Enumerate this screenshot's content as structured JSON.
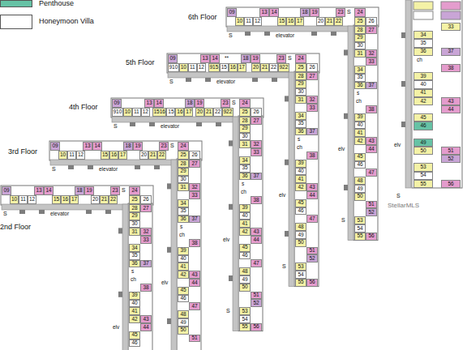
{
  "diagram": {
    "nodes": [
      {
        "text": [
          "09"
        ]
      },
      {
        "text": [
          "13"
        ]
      },
      {
        "text": [
          "14"
        ]
      },
      {
        "text": [
          "18"
        ]
      },
      {
        "text": [
          "19"
        ]
      },
      {
        "text": [
          "23"
        ]
      },
      {
        "text": [
          "24"
        ]
      },
      {
        "text": [
          "10"
        ]
      },
      {
        "text": [
          "11"
        ]
      },
      {
        "text": [
          "12"
        ]
      },
      {
        "text": [
          "15"
        ]
      },
      {
        "text": [
          "16"
        ]
      },
      {
        "text": [
          "17"
        ]
      },
      {
        "text": [
          "20"
        ]
      },
      {
        "text": [
          "21"
        ]
      },
      {
        "text": [
          "22"
        ]
      },
      {
        "text": [
          "25"
        ]
      },
      {
        "text": [
          "26"
        ]
      },
      {
        "text": [
          "28"
        ]
      },
      {
        "text": [
          "27"
        ]
      },
      {
        "text": [
          "29"
        ]
      },
      {
        "text": [
          "30"
        ]
      },
      {
        "text": [
          "31"
        ]
      },
      {
        "text": [
          "32"
        ]
      },
      {
        "text": [
          "33"
        ]
      },
      {
        "text": [
          "34"
        ]
      },
      {
        "text": [
          "35"
        ]
      },
      {
        "text": [
          "36"
        ]
      },
      {
        "text": [
          "37"
        ]
      },
      {
        "text": [
          "38"
        ]
      },
      {
        "text": [
          "39"
        ]
      },
      {
        "text": [
          "40"
        ]
      },
      {
        "text": [
          "41"
        ]
      },
      {
        "text": [
          "42"
        ]
      },
      {
        "text": [
          "43"
        ]
      },
      {
        "text": [
          "44"
        ]
      },
      {
        "text": [
          "45"
        ]
      },
      {
        "text": [
          "46"
        ]
      },
      {
        "text": [
          "47"
        ]
      },
      {
        "text": [
          "48"
        ]
      },
      {
        "text": [
          "49"
        ]
      },
      {
        "text": [
          "50"
        ]
      },
      {
        "text": [
          "51"
        ]
      },
      {
        "text": [
          "52"
        ]
      },
      {
        "text": [
          "53"
        ]
      },
      {
        "text": [
          "54"
        ]
      },
      {
        "text": [
          "55"
        ]
      },
      {
        "text": [
          "56"
        ]
      },
      {
        "text": [
          "09"
        ]
      },
      {
        "text": [
          "13"
        ]
      },
      {
        "text": [
          "14"
        ]
      },
      {
        "text": [
          "18"
        ]
      },
      {
        "text": [
          "19"
        ]
      },
      {
        "text": [
          "23"
        ]
      },
      {
        "text": [
          "24"
        ]
      },
      {
        "text": [
          "910"
        ]
      },
      {
        "text": [
          "10"
        ]
      },
      {
        "text": [
          "11"
        ]
      },
      {
        "text": [
          "12"
        ]
      },
      {
        "text": [
          "915"
        ]
      },
      {
        "text": [
          "15"
        ]
      },
      {
        "text": [
          "16"
        ]
      },
      {
        "text": [
          "17"
        ]
      },
      {
        "text": [
          "20"
        ]
      },
      {
        "text": [
          "21"
        ]
      },
      {
        "text": [
          "22"
        ]
      },
      {
        "text": [
          "922"
        ]
      },
      {
        "text": [
          "25"
        ]
      },
      {
        "text": [
          "26"
        ]
      },
      {
        "text": [
          "28"
        ]
      },
      {
        "text": [
          "27"
        ]
      },
      {
        "text": [
          "29"
        ]
      },
      {
        "text": [
          "30"
        ]
      },
      {
        "text": [
          "31"
        ]
      },
      {
        "text": [
          "32"
        ]
      },
      {
        "text": [
          "33"
        ]
      },
      {
        "text": [
          "34"
        ]
      },
      {
        "text": [
          "35"
        ]
      },
      {
        "text": [
          "36"
        ]
      },
      {
        "text": [
          "37"
        ]
      },
      {
        "text": [
          "38"
        ]
      },
      {
        "text": [
          "39"
        ]
      },
      {
        "text": [
          "40"
        ]
      },
      {
        "text": [
          "41"
        ]
      },
      {
        "text": [
          "42"
        ]
      },
      {
        "text": [
          "43"
        ]
      },
      {
        "text": [
          "44"
        ]
      },
      {
        "text": [
          "45"
        ]
      },
      {
        "text": [
          "46"
        ]
      },
      {
        "text": [
          "47"
        ]
      },
      {
        "text": [
          "48"
        ]
      },
      {
        "text": [
          "49"
        ]
      },
      {
        "text": [
          "50"
        ]
      },
      {
        "text": [
          "51"
        ]
      },
      {
        "text": [
          "52"
        ]
      },
      {
        "text": [
          "53"
        ]
      },
      {
        "text": [
          "54"
        ]
      },
      {
        "text": [
          "55"
        ]
      },
      {
        "text": [
          "56"
        ]
      },
      {
        "text": [
          "09"
        ]
      },
      {
        "text": [
          "13"
        ]
      },
      {
        "text": [
          "14"
        ]
      },
      {
        "text": [
          "18"
        ]
      },
      {
        "text": [
          "19"
        ]
      },
      {
        "text": [
          "23"
        ]
      },
      {
        "text": [
          "24"
        ]
      },
      {
        "text": [
          "910"
        ]
      },
      {
        "text": [
          "10"
        ]
      },
      {
        "text": [
          "11"
        ]
      },
      {
        "text": [
          "12"
        ]
      },
      {
        "text": [
          "1516"
        ]
      },
      {
        "text": [
          "15"
        ]
      },
      {
        "text": [
          "16"
        ]
      },
      {
        "text": [
          "17"
        ]
      },
      {
        "text": [
          "20"
        ]
      },
      {
        "text": [
          "21"
        ]
      },
      {
        "text": [
          "22"
        ]
      },
      {
        "text": [
          "922"
        ]
      },
      {
        "text": [
          "25"
        ]
      },
      {
        "text": [
          "26"
        ]
      },
      {
        "text": [
          "28"
        ]
      },
      {
        "text": [
          "27"
        ]
      },
      {
        "text": [
          "29"
        ]
      },
      {
        "text": [
          "30"
        ]
      },
      {
        "text": [
          "31"
        ]
      },
      {
        "text": [
          "32"
        ]
      },
      {
        "text": [
          "33"
        ]
      },
      {
        "text": [
          "34"
        ]
      },
      {
        "text": [
          "35"
        ]
      },
      {
        "text": [
          "36"
        ]
      },
      {
        "text": [
          "37"
        ]
      },
      {
        "text": [
          "38"
        ]
      },
      {
        "text": [
          "39"
        ]
      },
      {
        "text": [
          "40"
        ]
      },
      {
        "text": [
          "41"
        ]
      },
      {
        "text": [
          "42"
        ]
      },
      {
        "text": [
          "43"
        ]
      },
      {
        "text": [
          "44"
        ]
      },
      {
        "text": [
          "45"
        ]
      },
      {
        "text": [
          "46"
        ]
      },
      {
        "text": [
          "47"
        ]
      },
      {
        "text": [
          "48"
        ]
      },
      {
        "text": [
          "49"
        ]
      },
      {
        "text": [
          "50"
        ]
      },
      {
        "text": [
          "51"
        ]
      },
      {
        "text": [
          "52"
        ]
      },
      {
        "text": [
          "53"
        ]
      },
      {
        "text": [
          "54"
        ]
      },
      {
        "text": [
          "55"
        ]
      },
      {
        "text": [
          "56"
        ]
      },
      {
        "text": [
          "09"
        ]
      },
      {
        "text": [
          "13"
        ]
      },
      {
        "text": [
          "14"
        ]
      },
      {
        "text": [
          "18"
        ]
      },
      {
        "text": [
          "19"
        ]
      },
      {
        "text": [
          "23"
        ]
      },
      {
        "text": [
          "24"
        ]
      },
      {
        "text": [
          "10"
        ]
      },
      {
        "text": [
          "11"
        ]
      },
      {
        "text": [
          "12"
        ]
      },
      {
        "text": [
          "15"
        ]
      },
      {
        "text": [
          "16"
        ]
      },
      {
        "text": [
          "17"
        ]
      },
      {
        "text": [
          "20"
        ]
      },
      {
        "text": [
          "21"
        ]
      },
      {
        "text": [
          "22"
        ]
      },
      {
        "text": [
          "25"
        ]
      },
      {
        "text": [
          "26"
        ]
      },
      {
        "text": [
          "28"
        ]
      },
      {
        "text": [
          "27"
        ]
      },
      {
        "text": [
          "29"
        ]
      },
      {
        "text": [
          "30"
        ]
      },
      {
        "text": [
          "31"
        ]
      },
      {
        "text": [
          "32"
        ]
      },
      {
        "text": [
          "33"
        ]
      },
      {
        "text": [
          "34"
        ]
      },
      {
        "text": [
          "35"
        ]
      },
      {
        "text": [
          "36"
        ]
      },
      {
        "text": [
          "37"
        ]
      },
      {
        "text": [
          "38"
        ]
      },
      {
        "text": [
          "39"
        ]
      },
      {
        "text": [
          "40"
        ]
      },
      {
        "text": [
          "41"
        ]
      },
      {
        "text": [
          "42"
        ]
      },
      {
        "text": [
          "43"
        ]
      },
      {
        "text": [
          "44"
        ]
      },
      {
        "text": [
          "45"
        ]
      },
      {
        "text": [
          "46"
        ]
      },
      {
        "text": [
          "47"
        ]
      },
      {
        "text": [
          "48"
        ]
      },
      {
        "text": [
          "49"
        ]
      },
      {
        "text": [
          "50"
        ]
      },
      {
        "text": [
          "51"
        ]
      },
      {
        "text": [
          "09"
        ]
      },
      {
        "text": [
          "13"
        ]
      },
      {
        "text": [
          "14"
        ]
      },
      {
        "text": [
          "18"
        ]
      },
      {
        "text": [
          "19"
        ]
      },
      {
        "text": [
          "23"
        ]
      },
      {
        "text": [
          "24"
        ]
      },
      {
        "text": [
          "10"
        ]
      },
      {
        "text": [
          "11"
        ]
      },
      {
        "text": [
          "12"
        ]
      },
      {
        "text": [
          "15"
        ]
      },
      {
        "text": [
          "16"
        ]
      },
      {
        "text": [
          "17"
        ]
      },
      {
        "text": [
          "20"
        ]
      },
      {
        "text": [
          "21"
        ]
      },
      {
        "text": [
          "22"
        ]
      },
      {
        "text": [
          "25"
        ]
      },
      {
        "text": [
          "26"
        ]
      },
      {
        "text": [
          "28"
        ]
      },
      {
        "text": [
          "27"
        ]
      },
      {
        "text": [
          "29"
        ]
      },
      {
        "text": [
          "30"
        ]
      },
      {
        "text": [
          "31"
        ]
      },
      {
        "text": [
          "32"
        ]
      },
      {
        "text": [
          "33"
        ]
      },
      {
        "text": [
          "34"
        ]
      },
      {
        "text": [
          "35"
        ]
      },
      {
        "text": [
          "36"
        ]
      },
      {
        "text": [
          "37"
        ]
      },
      {
        "text": [
          "38"
        ]
      },
      {
        "text": [
          "39"
        ]
      },
      {
        "text": [
          "40"
        ]
      },
      {
        "text": [
          "41"
        ]
      },
      {
        "text": [
          "42"
        ]
      },
      {
        "text": [
          "43"
        ]
      },
      {
        "text": [
          "44"
        ]
      },
      {
        "text": [
          "45"
        ]
      },
      {
        "text": [
          "46"
        ]
      },
      {
        "text": [
          "33"
        ]
      },
      {
        "text": [
          "34"
        ]
      },
      {
        "text": [
          "35"
        ]
      },
      {
        "text": [
          "36"
        ]
      },
      {
        "text": [
          "37"
        ]
      },
      {
        "text": [
          "38"
        ]
      },
      {
        "text": [
          "39"
        ]
      },
      {
        "text": [
          "40"
        ]
      },
      {
        "text": [
          "41"
        ]
      },
      {
        "text": [
          "42"
        ]
      },
      {
        "text": [
          "43"
        ]
      },
      {
        "text": [
          "44"
        ]
      },
      {
        "text": [
          "45"
        ]
      },
      {
        "text": [
          "46"
        ]
      },
      {
        "text": [
          "49"
        ]
      },
      {
        "text": [
          "50"
        ]
      },
      {
        "text": [
          "51"
        ]
      },
      {
        "text": [
          "52"
        ]
      },
      {
        "text": [
          "53"
        ]
      },
      {
        "text": [
          "54"
        ]
      },
      {
        "text": [
          "55"
        ]
      },
      {
        "text": [
          "56"
        ]
      }
    ],
    "labels": [
      "6th Floor",
      "S",
      "elevator",
      "S",
      "s",
      "ch",
      "elv",
      "S",
      "5th Floor",
      "S",
      "elevator",
      "S",
      "**",
      "s",
      "ch",
      "elv",
      "S",
      "4th Floor",
      "S",
      "elevator",
      "S",
      "s",
      "ch",
      "elv",
      "S",
      "3rd Floor",
      "S",
      "elevator",
      "S",
      "s",
      "ch",
      "elv",
      "2nd Floor",
      "S",
      "elevator",
      "S",
      "s",
      "ch",
      "elv",
      "ch",
      "elv",
      "S",
      "StellarMLS"
    ],
    "legend": [
      {
        "text": "Penthouse",
        "color": "#66c2a5"
      },
      {
        "text": "Honeymoon Villa",
        "color": "#ffffff"
      }
    ]
  }
}
